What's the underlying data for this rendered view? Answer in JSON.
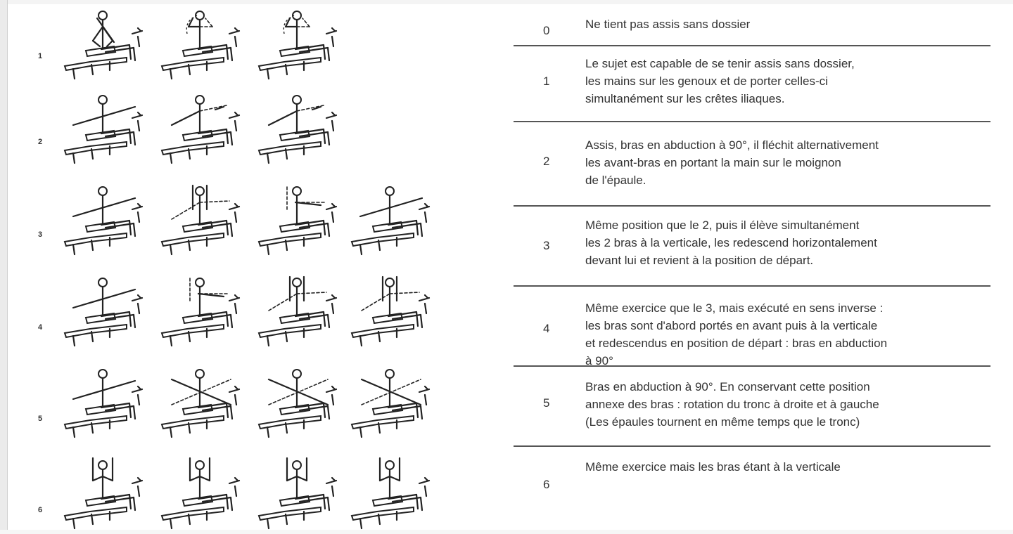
{
  "figure": {
    "row_labels": [
      "1",
      "2",
      "3",
      "4",
      "5",
      "6"
    ]
  },
  "table": {
    "rows": [
      {
        "level": "0",
        "text": "Ne tient pas assis sans dossier"
      },
      {
        "level": "1",
        "text": "Le sujet est capable de se tenir assis sans dossier,\nles mains sur les genoux et de porter celles-ci\nsimultanément  sur les crêtes iliaques."
      },
      {
        "level": "2",
        "text": "Assis, bras en abduction à 90°, il fléchit alternativement\nles avant-bras en portant la main sur le moignon\nde l'épaule."
      },
      {
        "level": "3",
        "text": "Même position que le 2, puis il élève simultanément\nles 2 bras à la verticale, les redescend  horizontalement\ndevant lui et revient à la position de départ."
      },
      {
        "level": "4",
        "text": "Même exercice que le 3, mais exécuté en sens inverse :\nles bras sont d'abord portés en avant puis à la verticale\net redescendus en position de départ : bras en abduction\nà 90°"
      },
      {
        "level": "5",
        "text": "Bras en abduction à 90°. En conservant  cette position\nannexe des bras : rotation du tronc à droite et à gauche\n(Les épaules tournent en même temps que le tronc)"
      },
      {
        "level": "6",
        "text": "Même exercice mais les bras étant à la verticale"
      }
    ]
  }
}
